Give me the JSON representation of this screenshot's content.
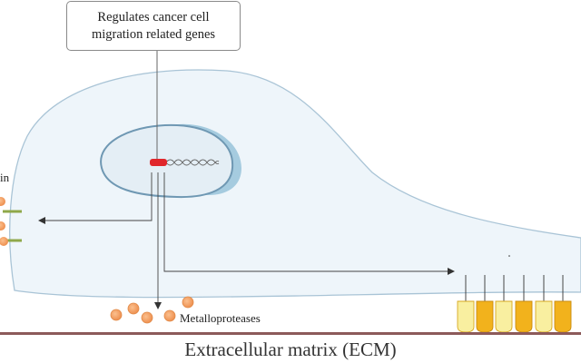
{
  "callout": {
    "line1": "Regulates cancer cell",
    "line2": "migration related genes"
  },
  "labels": {
    "metalloproteases": "Metalloproteases",
    "ecm": "Extracellular matrix (ECM)",
    "left_partial": "in"
  },
  "colors": {
    "cell_fill": "#eef5fa",
    "cell_outline": "#a9c4d6",
    "nucleus_fill": "#e4eef5",
    "nucleus_outline": "#6f98b3",
    "gene_red": "#e0262b",
    "ecm_line": "#8c5a5a",
    "protease_orange": "#f2a060",
    "receptor_green": "#8fa84a",
    "integrin_light": "#f9efa0",
    "integrin_dark": "#f2b21c"
  },
  "icons": {
    "dna": "dna-helix-icon",
    "protease": "circle-orange",
    "integrin": "u-shaped-receptor"
  }
}
